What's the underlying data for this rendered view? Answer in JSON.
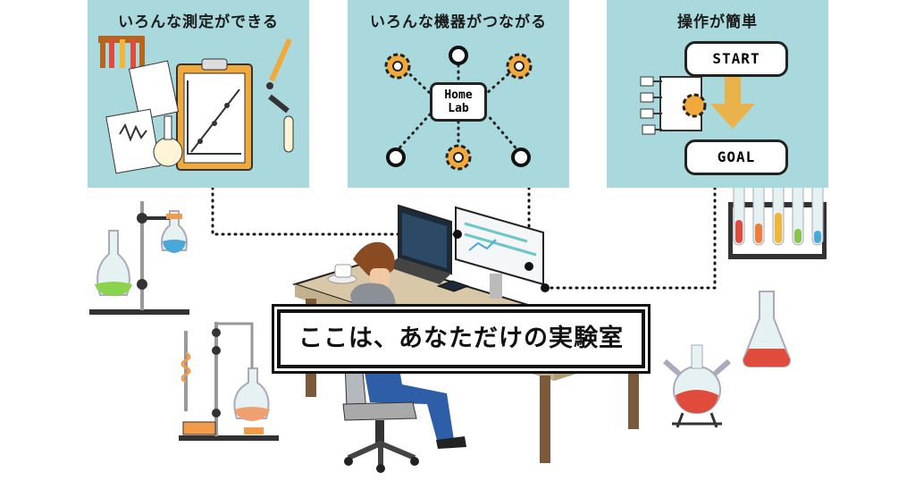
{
  "panels": {
    "measure": {
      "title": "いろんな測定ができる"
    },
    "devices": {
      "title": "いろんな機器がつながる",
      "hub_line1": "Home",
      "hub_line2": "Lab"
    },
    "easy": {
      "title": "操作が簡単",
      "start_label": "START",
      "goal_label": "GOAL"
    }
  },
  "caption": "ここは、あなただけの実験室",
  "colors": {
    "panel_bg": "#a9d9dc",
    "accent_orange": "#e8a33a",
    "arrow": "#e9b24b"
  },
  "icons": [
    "gear-icon",
    "clipboard-icon",
    "flask-icon",
    "test-tube-rack-icon",
    "computer-icon",
    "desk-icon",
    "person-icon"
  ]
}
